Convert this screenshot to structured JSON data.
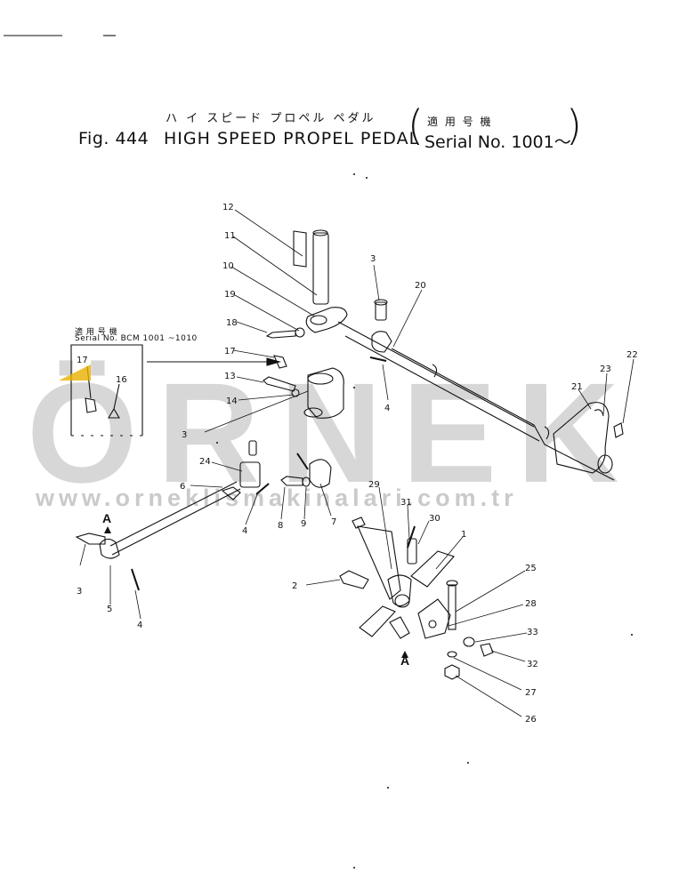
{
  "header": {
    "title_jp": "ハ イ スピード プロペル ペダル",
    "fig_label": "Fig. 444",
    "title_en": "HIGH SPEED PROPEL PEDAL",
    "serial_jp": "適 用 号 機",
    "serial_en": "Serial No. 1001～"
  },
  "inset": {
    "serial_jp": "適 用 号 機",
    "serial_en": "Serial No. BCM 1001 ~1010",
    "parts": [
      "17",
      "16"
    ]
  },
  "watermark": {
    "brand": "ÖRNEK",
    "url": "www.orneklismakinalari.com.tr"
  },
  "callouts": [
    "12",
    "11",
    "10",
    "19",
    "18",
    "17",
    "13",
    "14",
    "3",
    "24",
    "6",
    "4",
    "8",
    "9",
    "7",
    "3",
    "5",
    "4",
    "20",
    "3",
    "4",
    "21",
    "23",
    "22",
    "29",
    "31",
    "30",
    "1",
    "2",
    "25",
    "28",
    "33",
    "32",
    "27",
    "26"
  ],
  "view_labels": [
    "A",
    "A"
  ],
  "colors": {
    "line": "#111111",
    "watermark": "#c8c8c8",
    "accent": "#e8b000"
  }
}
